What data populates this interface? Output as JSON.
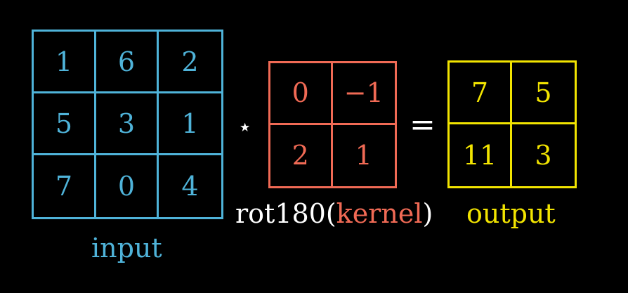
{
  "colors": {
    "background": "#000000",
    "input": "#4fb3d9",
    "kernel": "#f06a55",
    "output": "#f2e400",
    "text": "#ffffff"
  },
  "input": {
    "label": "input",
    "rows": [
      [
        "1",
        "6",
        "2"
      ],
      [
        "5",
        "3",
        "1"
      ],
      [
        "7",
        "0",
        "4"
      ]
    ]
  },
  "operator_star": "⋆",
  "kernel": {
    "caption_prefix": "rot180(",
    "caption_word": "kernel",
    "caption_suffix": ")",
    "rows": [
      [
        "0",
        "−1"
      ],
      [
        "2",
        "1"
      ]
    ]
  },
  "operator_equals": "=",
  "output": {
    "label": "output",
    "rows": [
      [
        "7",
        "5"
      ],
      [
        "11",
        "3"
      ]
    ]
  }
}
